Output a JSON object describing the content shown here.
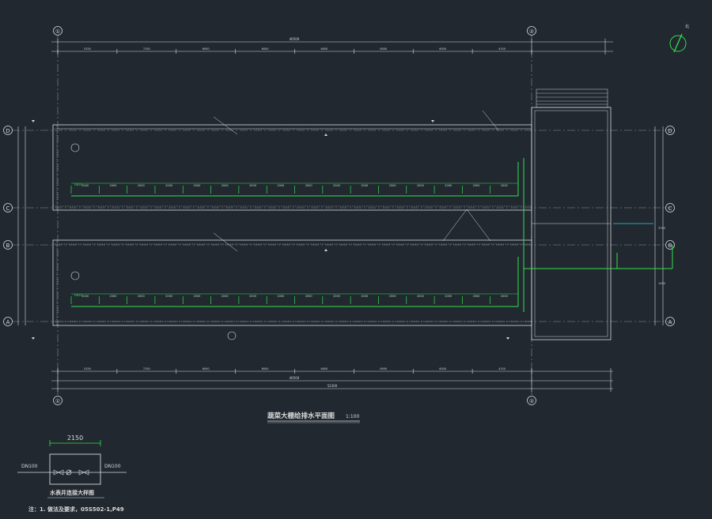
{
  "title": {
    "main": "蔬菜大棚给排水平面图",
    "scale": "1:100"
  },
  "notes": {
    "line1": "注：1. 做法及要求，05S502-1,P49"
  },
  "grid": {
    "top_axes": [
      "①",
      "②"
    ],
    "bottom_axes": [
      "①",
      "②"
    ],
    "left_axes": [
      "D",
      "C",
      "B",
      "A"
    ],
    "right_axes": [
      "D",
      "C",
      "B",
      "A"
    ]
  },
  "dimensions": {
    "top_total": "46500",
    "bottom_total": "46500",
    "bottom_overall": "52300",
    "top_segments": [
      "5150",
      "7150",
      "6000",
      "6000",
      "6000",
      "6000",
      "6000",
      "4150"
    ],
    "bottom_segments": [
      "5150",
      "7150",
      "6000",
      "6000",
      "6000",
      "6000",
      "6000",
      "4150"
    ],
    "annex_right": [
      "3700",
      "1950"
    ]
  },
  "detail": {
    "width_label": "2150",
    "pipe_in": "DN100",
    "pipe_out": "DN100",
    "caption": "水表井连接大样图"
  },
  "north_arrow": {
    "label": "北"
  },
  "row_labels": {
    "upper_segments": [
      "2000",
      "2000",
      "2000",
      "2000",
      "2000",
      "2000",
      "2000",
      "2000",
      "2000",
      "2000",
      "2000",
      "2000",
      "2000",
      "2000",
      "2000",
      "2000"
    ],
    "lower_segments": [
      "2000",
      "2000",
      "2000",
      "2000",
      "2000",
      "2000",
      "2000",
      "2000",
      "2000",
      "2000",
      "2000",
      "2000",
      "2000",
      "2000",
      "2000",
      "2000"
    ],
    "upper_pipe": "DN20",
    "lower_pipe": "DN20"
  },
  "colors": {
    "background": "#212830",
    "linework": "#d9d9d9",
    "pipe_green": "#33e04a",
    "text_yellow": "#e8e84a",
    "cyan_pipe": "#2fd3e0"
  }
}
